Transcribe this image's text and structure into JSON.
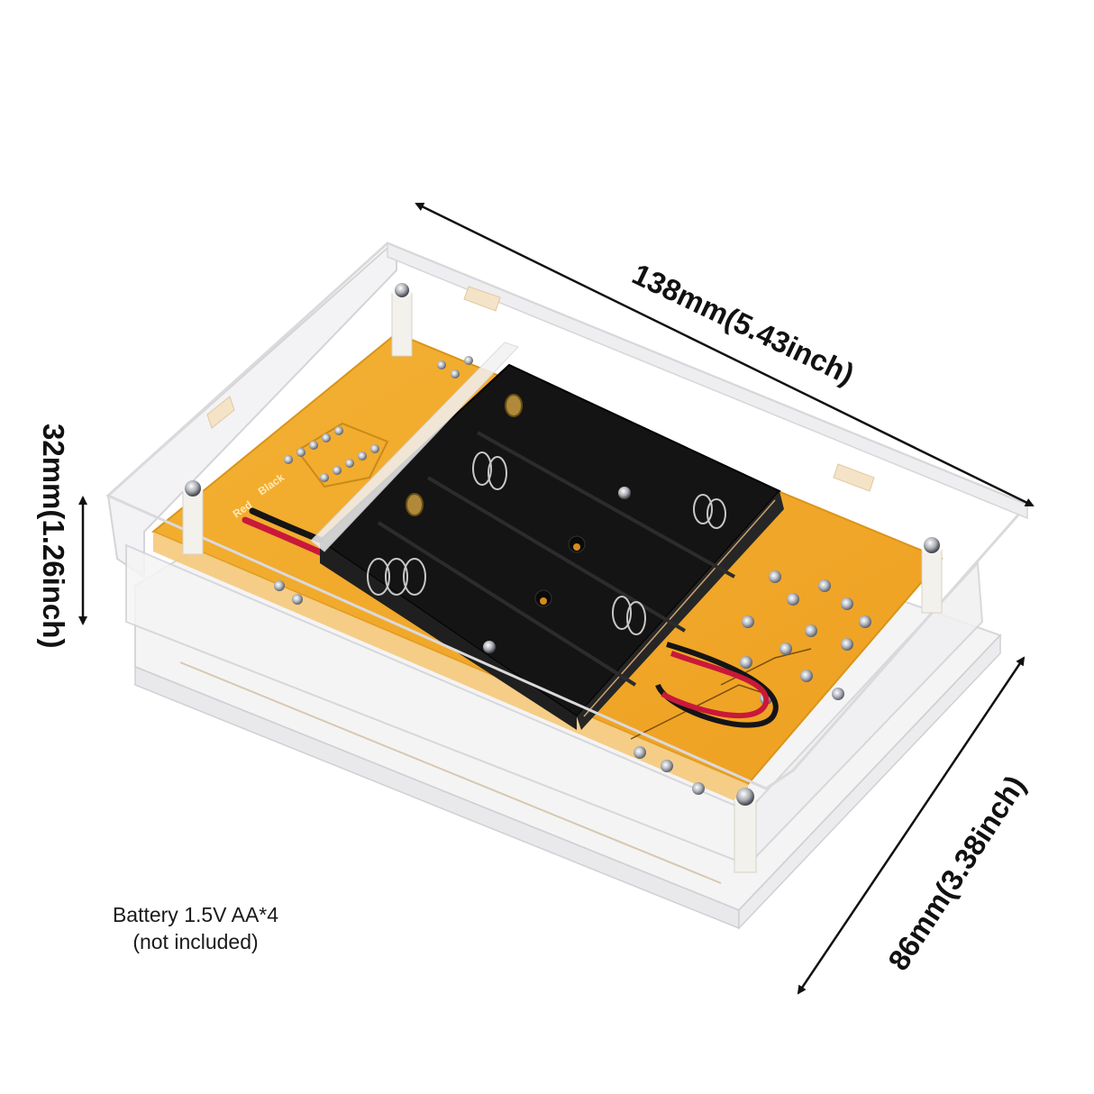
{
  "product": {
    "description": "Transparent acrylic case with yellow PCB and black 4xAA battery holder",
    "colors": {
      "pcb": "#f0a826",
      "pcb_light": "#f6c97a",
      "battery_holder": "#141414",
      "acrylic_edge": "#e8e8ea",
      "wire_red": "#c8193a",
      "wire_black": "#151515",
      "standoff": "#f3f1ec",
      "background": "#ffffff",
      "annotation": "#111111"
    },
    "pcb_silkscreen": {
      "wire_label_red": "Red",
      "wire_label_black": "Black"
    }
  },
  "dimensions": {
    "length": {
      "label": "138mm(5.43inch)",
      "mm": 138,
      "inch": 5.43
    },
    "height": {
      "label": "32mm(1.26inch)",
      "mm": 32,
      "inch": 1.26
    },
    "width": {
      "label": "86mm(3.38inch)",
      "mm": 86,
      "inch": 3.38
    }
  },
  "caption": {
    "line1": "Battery 1.5V AA*4",
    "line2": "(not included)"
  }
}
